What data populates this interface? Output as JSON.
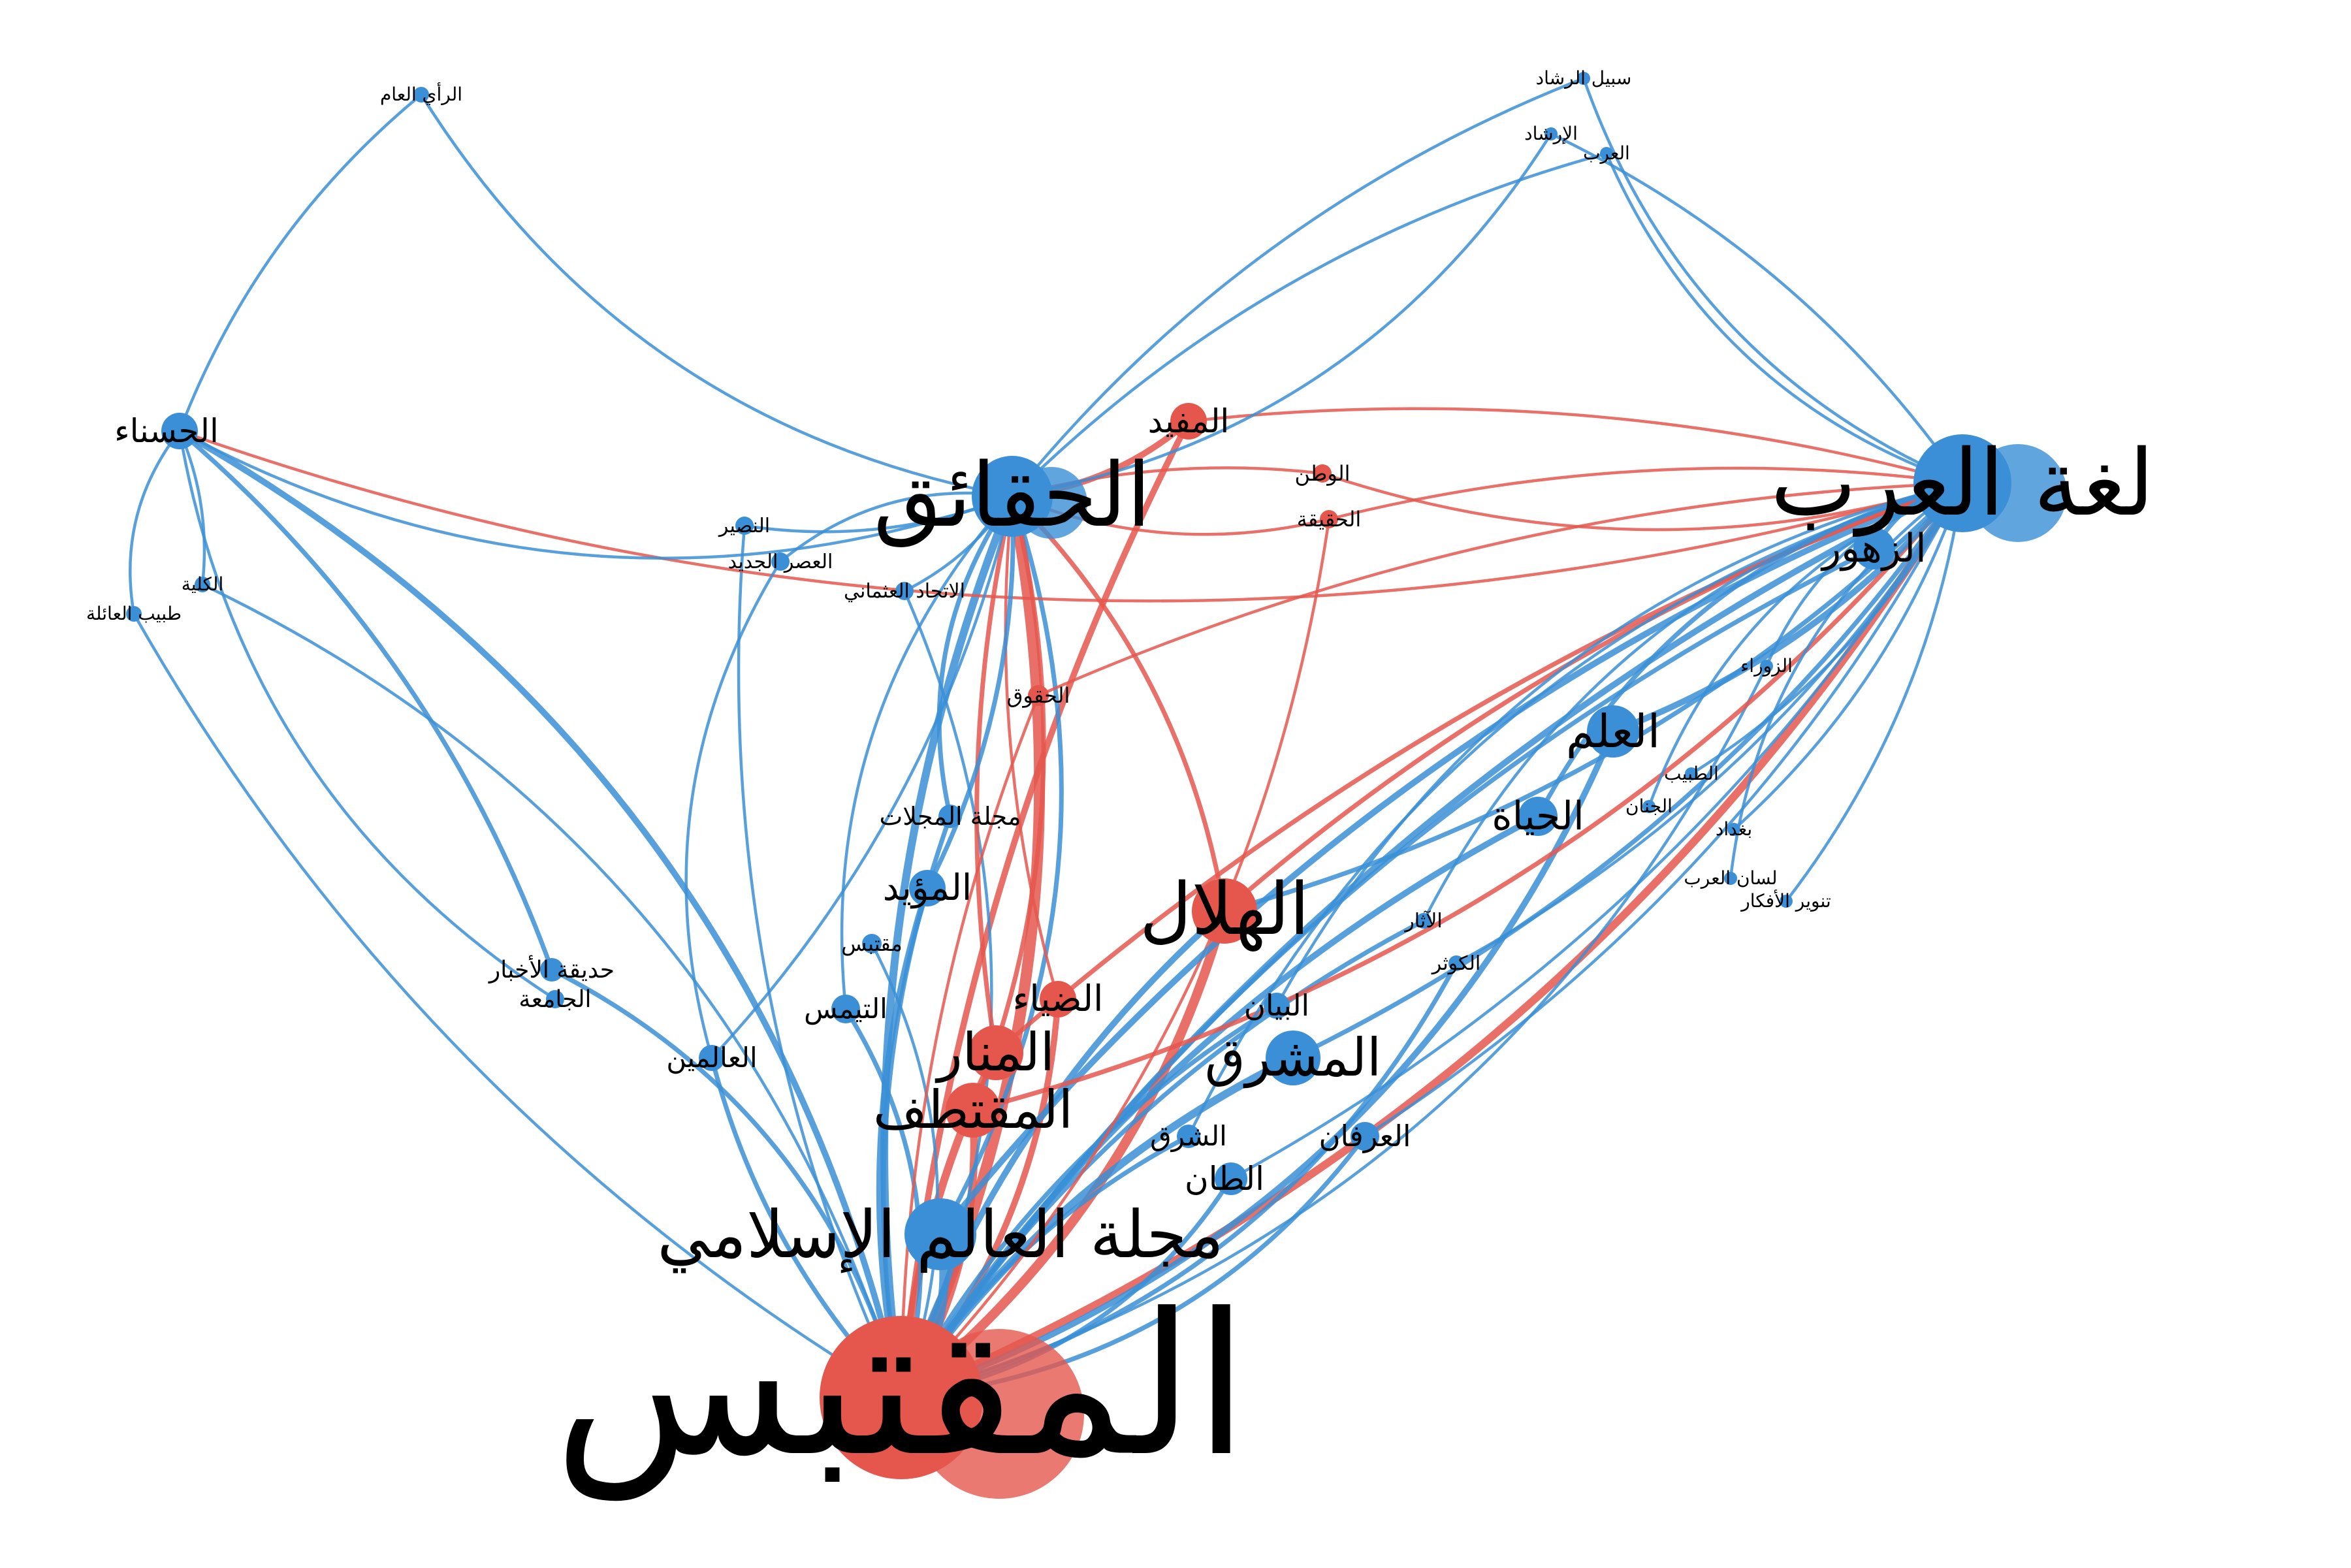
{
  "colors": {
    "blue": "#3a8fd6",
    "red": "#e5574d",
    "text": "#000000"
  },
  "nodes": [
    {
      "id": "muqtabas",
      "label": "المقتبس",
      "group": "red",
      "weight": 10
    },
    {
      "id": "lughat_arab",
      "label": "لغة العرب",
      "group": "blue",
      "weight": 6
    },
    {
      "id": "haqaiq",
      "label": "الحقائق",
      "group": "blue",
      "weight": 6
    },
    {
      "id": "alam_islami",
      "label": "مجلة العالم الإسلامي",
      "group": "blue",
      "weight": 5
    },
    {
      "id": "hilal",
      "label": "الهلال",
      "group": "red",
      "weight": 5
    },
    {
      "id": "muqtataf",
      "label": "المقتطف",
      "group": "red",
      "weight": 4
    },
    {
      "id": "manar",
      "label": "المنار",
      "group": "red",
      "weight": 4
    },
    {
      "id": "mashriq",
      "label": "المشرق",
      "group": "blue",
      "weight": 4
    },
    {
      "id": "ilm",
      "label": "العلم",
      "group": "blue",
      "weight": 4
    },
    {
      "id": "hayat",
      "label": "الحياة",
      "group": "blue",
      "weight": 3
    },
    {
      "id": "zuhur",
      "label": "الزهور",
      "group": "blue",
      "weight": 3
    },
    {
      "id": "hasna",
      "label": "الحسناء",
      "group": "blue",
      "weight": 3
    },
    {
      "id": "muayyad",
      "label": "المؤيد",
      "group": "blue",
      "weight": 3
    },
    {
      "id": "dia",
      "label": "الضياء",
      "group": "red",
      "weight": 3
    },
    {
      "id": "mufid",
      "label": "المفيد",
      "group": "red",
      "weight": 3
    },
    {
      "id": "tan",
      "label": "الطان",
      "group": "blue",
      "weight": 3
    },
    {
      "id": "bayan",
      "label": "البيان",
      "group": "blue",
      "weight": 2
    },
    {
      "id": "irfan",
      "label": "العرفان",
      "group": "blue",
      "weight": 2
    },
    {
      "id": "sharq",
      "label": "الشرق",
      "group": "blue",
      "weight": 2
    },
    {
      "id": "timis",
      "label": "التيمس",
      "group": "blue",
      "weight": 2
    },
    {
      "id": "alamin",
      "label": "العالمين",
      "group": "blue",
      "weight": 2
    },
    {
      "id": "hadiqa",
      "label": "حديقة الأخبار",
      "group": "blue",
      "weight": 2
    },
    {
      "id": "jamia",
      "label": "الجامعة",
      "group": "blue",
      "weight": 2
    },
    {
      "id": "majallat",
      "label": "مجلة المجلات",
      "group": "blue",
      "weight": 2
    },
    {
      "id": "muqtabas2",
      "label": "مقتبس",
      "group": "blue",
      "weight": 1
    },
    {
      "id": "huquq",
      "label": "الحقوق",
      "group": "red",
      "weight": 1
    },
    {
      "id": "ittihad",
      "label": "الاتحاد العثماني",
      "group": "blue",
      "weight": 1
    },
    {
      "id": "asr_jadid",
      "label": "العصر الجديد",
      "group": "blue",
      "weight": 1
    },
    {
      "id": "nasir",
      "label": "النصير",
      "group": "blue",
      "weight": 1
    },
    {
      "id": "kulliya",
      "label": "الكلية",
      "group": "blue",
      "weight": 1
    },
    {
      "id": "tabib_aila",
      "label": "طبيب العائلة",
      "group": "blue",
      "weight": 1
    },
    {
      "id": "rai_am",
      "label": "الرأي العام",
      "group": "blue",
      "weight": 1
    },
    {
      "id": "watan",
      "label": "الوطن",
      "group": "red",
      "weight": 1
    },
    {
      "id": "haqiqa",
      "label": "الحقيقة",
      "group": "red",
      "weight": 1
    },
    {
      "id": "sabil",
      "label": "سبيل الرشاد",
      "group": "blue",
      "weight": 1
    },
    {
      "id": "irshad",
      "label": "الإرشاد",
      "group": "blue",
      "weight": 1
    },
    {
      "id": "arab",
      "label": "العرب",
      "group": "blue",
      "weight": 1
    },
    {
      "id": "zawra",
      "label": "الزوراء",
      "group": "blue",
      "weight": 1
    },
    {
      "id": "tabib",
      "label": "الطبيب",
      "group": "blue",
      "weight": 1
    },
    {
      "id": "jinan",
      "label": "الجنان",
      "group": "blue",
      "weight": 1
    },
    {
      "id": "baghdad",
      "label": "بغداد",
      "group": "blue",
      "weight": 1
    },
    {
      "id": "lisan",
      "label": "لسان العرب",
      "group": "blue",
      "weight": 1
    },
    {
      "id": "tanwir",
      "label": "تنوير الأفكار",
      "group": "blue",
      "weight": 1
    },
    {
      "id": "athar",
      "label": "الآثار",
      "group": "blue",
      "weight": 1
    },
    {
      "id": "kawthar",
      "label": "الكوثر",
      "group": "blue",
      "weight": 1
    }
  ],
  "edges": [
    {
      "source": "muqtabas",
      "target": "lughat_arab",
      "group": "red",
      "weight": 4
    },
    {
      "source": "muqtabas",
      "target": "lughat_arab",
      "group": "blue",
      "weight": 3
    },
    {
      "source": "muqtabas",
      "target": "haqaiq",
      "group": "red",
      "weight": 6
    },
    {
      "source": "muqtabas",
      "target": "haqaiq",
      "group": "blue",
      "weight": 4
    },
    {
      "source": "muqtabas",
      "target": "hilal",
      "group": "red",
      "weight": 5
    },
    {
      "source": "muqtabas",
      "target": "hilal",
      "group": "blue",
      "weight": 3
    },
    {
      "source": "muqtabas",
      "target": "muqtataf",
      "group": "red",
      "weight": 4
    },
    {
      "source": "muqtabas",
      "target": "manar",
      "group": "red",
      "weight": 4
    },
    {
      "source": "muqtabas",
      "target": "dia",
      "group": "red",
      "weight": 3
    },
    {
      "source": "muqtabas",
      "target": "mufid",
      "group": "red",
      "weight": 3
    },
    {
      "source": "muqtabas",
      "target": "alam_islami",
      "group": "blue",
      "weight": 5
    },
    {
      "source": "muqtabas",
      "target": "mashriq",
      "group": "blue",
      "weight": 4
    },
    {
      "source": "muqtabas",
      "target": "ilm",
      "group": "blue",
      "weight": 3
    },
    {
      "source": "muqtabas",
      "target": "hayat",
      "group": "blue",
      "weight": 3
    },
    {
      "source": "muqtabas",
      "target": "hasna",
      "group": "blue",
      "weight": 3
    },
    {
      "source": "muqtabas",
      "target": "muayyad",
      "group": "blue",
      "weight": 3
    },
    {
      "source": "muqtabas",
      "target": "tan",
      "group": "blue",
      "weight": 2
    },
    {
      "source": "muqtabas",
      "target": "bayan",
      "group": "blue",
      "weight": 2
    },
    {
      "source": "muqtabas",
      "target": "irfan",
      "group": "blue",
      "weight": 2
    },
    {
      "source": "muqtabas",
      "target": "sharq",
      "group": "blue",
      "weight": 2
    },
    {
      "source": "muqtabas",
      "target": "timis",
      "group": "blue",
      "weight": 2
    },
    {
      "source": "muqtabas",
      "target": "alamin",
      "group": "blue",
      "weight": 2
    },
    {
      "source": "muqtabas",
      "target": "hadiqa",
      "group": "blue",
      "weight": 2
    },
    {
      "source": "muqtabas",
      "target": "majallat",
      "group": "blue",
      "weight": 2
    },
    {
      "source": "muqtabas",
      "target": "muqtabas2",
      "group": "blue",
      "weight": 1
    },
    {
      "source": "muqtabas",
      "target": "athar",
      "group": "blue",
      "weight": 2
    },
    {
      "source": "muqtabas",
      "target": "kawthar",
      "group": "blue",
      "weight": 2
    },
    {
      "source": "muqtabas",
      "target": "tabib_aila",
      "group": "blue",
      "weight": 1
    },
    {
      "source": "muqtabas",
      "target": "kulliya",
      "group": "blue",
      "weight": 1
    },
    {
      "source": "muqtabas",
      "target": "nasir",
      "group": "blue",
      "weight": 1
    },
    {
      "source": "muqtabas",
      "target": "ittihad",
      "group": "blue",
      "weight": 1
    },
    {
      "source": "muqtabas",
      "target": "zuhur",
      "group": "blue",
      "weight": 2
    },
    {
      "source": "muqtabas",
      "target": "zawra",
      "group": "blue",
      "weight": 1
    },
    {
      "source": "muqtabas",
      "target": "huquq",
      "group": "red",
      "weight": 1
    },
    {
      "source": "muqtabas",
      "target": "haqiqa",
      "group": "red",
      "weight": 1
    },
    {
      "source": "alam_islami",
      "target": "lughat_arab",
      "group": "blue",
      "weight": 3
    },
    {
      "source": "alam_islami",
      "target": "haqaiq",
      "group": "blue",
      "weight": 2
    },
    {
      "source": "manar",
      "target": "lughat_arab",
      "group": "red",
      "weight": 2
    },
    {
      "source": "muqtataf",
      "target": "lughat_arab",
      "group": "red",
      "weight": 2
    },
    {
      "source": "hilal",
      "target": "lughat_arab",
      "group": "red",
      "weight": 2
    },
    {
      "source": "hilal",
      "target": "haqaiq",
      "group": "red",
      "weight": 2
    },
    {
      "source": "manar",
      "target": "haqaiq",
      "group": "red",
      "weight": 2
    },
    {
      "source": "muqtataf",
      "target": "haqaiq",
      "group": "red",
      "weight": 2
    },
    {
      "source": "dia",
      "target": "haqaiq",
      "group": "red",
      "weight": 1
    },
    {
      "source": "haqaiq",
      "target": "mufid",
      "group": "red",
      "weight": 3
    },
    {
      "source": "haqaiq",
      "target": "watan",
      "group": "red",
      "weight": 1
    },
    {
      "source": "haqaiq",
      "target": "haqiqa",
      "group": "red",
      "weight": 1
    },
    {
      "source": "mufid",
      "target": "lughat_arab",
      "group": "red",
      "weight": 1
    },
    {
      "source": "watan",
      "target": "lughat_arab",
      "group": "red",
      "weight": 1
    },
    {
      "source": "haqiqa",
      "target": "lughat_arab",
      "group": "red",
      "weight": 1
    },
    {
      "source": "hasna",
      "target": "lughat_arab",
      "group": "red",
      "weight": 1
    },
    {
      "source": "huquq",
      "target": "lughat_arab",
      "group": "red",
      "weight": 1
    },
    {
      "source": "hasna",
      "target": "haqaiq",
      "group": "blue",
      "weight": 1
    },
    {
      "source": "hasna",
      "target": "rai_am",
      "group": "blue",
      "weight": 1
    },
    {
      "source": "rai_am",
      "target": "haqaiq",
      "group": "blue",
      "weight": 1
    },
    {
      "source": "hasna",
      "target": "kulliya",
      "group": "blue",
      "weight": 1
    },
    {
      "source": "hasna",
      "target": "tabib_aila",
      "group": "blue",
      "weight": 1
    },
    {
      "source": "hasna",
      "target": "hadiqa",
      "group": "blue",
      "weight": 2
    },
    {
      "source": "hasna",
      "target": "jamia",
      "group": "blue",
      "weight": 1
    },
    {
      "source": "haqaiq",
      "target": "sabil",
      "group": "blue",
      "weight": 1
    },
    {
      "source": "haqaiq",
      "target": "irshad",
      "group": "blue",
      "weight": 1
    },
    {
      "source": "haqaiq",
      "target": "arab",
      "group": "blue",
      "weight": 1
    },
    {
      "source": "sabil",
      "target": "lughat_arab",
      "group": "blue",
      "weight": 1
    },
    {
      "source": "irshad",
      "target": "lughat_arab",
      "group": "blue",
      "weight": 1
    },
    {
      "source": "arab",
      "target": "lughat_arab",
      "group": "blue",
      "weight": 1
    },
    {
      "source": "haqaiq",
      "target": "nasir",
      "group": "blue",
      "weight": 1
    },
    {
      "source": "haqaiq",
      "target": "asr_jadid",
      "group": "blue",
      "weight": 1
    },
    {
      "source": "haqaiq",
      "target": "ittihad",
      "group": "blue",
      "weight": 1
    },
    {
      "source": "haqaiq",
      "target": "majallat",
      "group": "blue",
      "weight": 2
    },
    {
      "source": "haqaiq",
      "target": "muayyad",
      "group": "blue",
      "weight": 2
    },
    {
      "source": "haqaiq",
      "target": "timis",
      "group": "blue",
      "weight": 1
    },
    {
      "source": "haqaiq",
      "target": "alamin",
      "group": "blue",
      "weight": 1
    },
    {
      "source": "asr_jadid",
      "target": "alamin",
      "group": "blue",
      "weight": 1
    },
    {
      "source": "lughat_arab",
      "target": "ilm",
      "group": "blue",
      "weight": 3
    },
    {
      "source": "lughat_arab",
      "target": "hayat",
      "group": "blue",
      "weight": 2
    },
    {
      "source": "lughat_arab",
      "target": "mashriq",
      "group": "blue",
      "weight": 2
    },
    {
      "source": "lughat_arab",
      "target": "zawra",
      "group": "blue",
      "weight": 1
    },
    {
      "source": "lughat_arab",
      "target": "tabib",
      "group": "blue",
      "weight": 1
    },
    {
      "source": "lughat_arab",
      "target": "jinan",
      "group": "blue",
      "weight": 1
    },
    {
      "source": "lughat_arab",
      "target": "baghdad",
      "group": "blue",
      "weight": 1
    },
    {
      "source": "lughat_arab",
      "target": "lisan",
      "group": "blue",
      "weight": 1
    },
    {
      "source": "lughat_arab",
      "target": "tanwir",
      "group": "blue",
      "weight": 1
    },
    {
      "source": "lughat_arab",
      "target": "athar",
      "group": "blue",
      "weight": 1
    },
    {
      "source": "lughat_arab",
      "target": "kawthar",
      "group": "blue",
      "weight": 1
    },
    {
      "source": "lughat_arab",
      "target": "bayan",
      "group": "blue",
      "weight": 1
    },
    {
      "source": "lughat_arab",
      "target": "irfan",
      "group": "blue",
      "weight": 1
    },
    {
      "source": "lughat_arab",
      "target": "sharq",
      "group": "blue",
      "weight": 1
    },
    {
      "source": "lughat_arab",
      "target": "tan",
      "group": "blue",
      "weight": 1
    },
    {
      "source": "lughat_arab",
      "target": "zuhur",
      "group": "blue",
      "weight": 2
    },
    {
      "source": "lughat_arab",
      "target": "hilal",
      "group": "blue",
      "weight": 2
    }
  ]
}
